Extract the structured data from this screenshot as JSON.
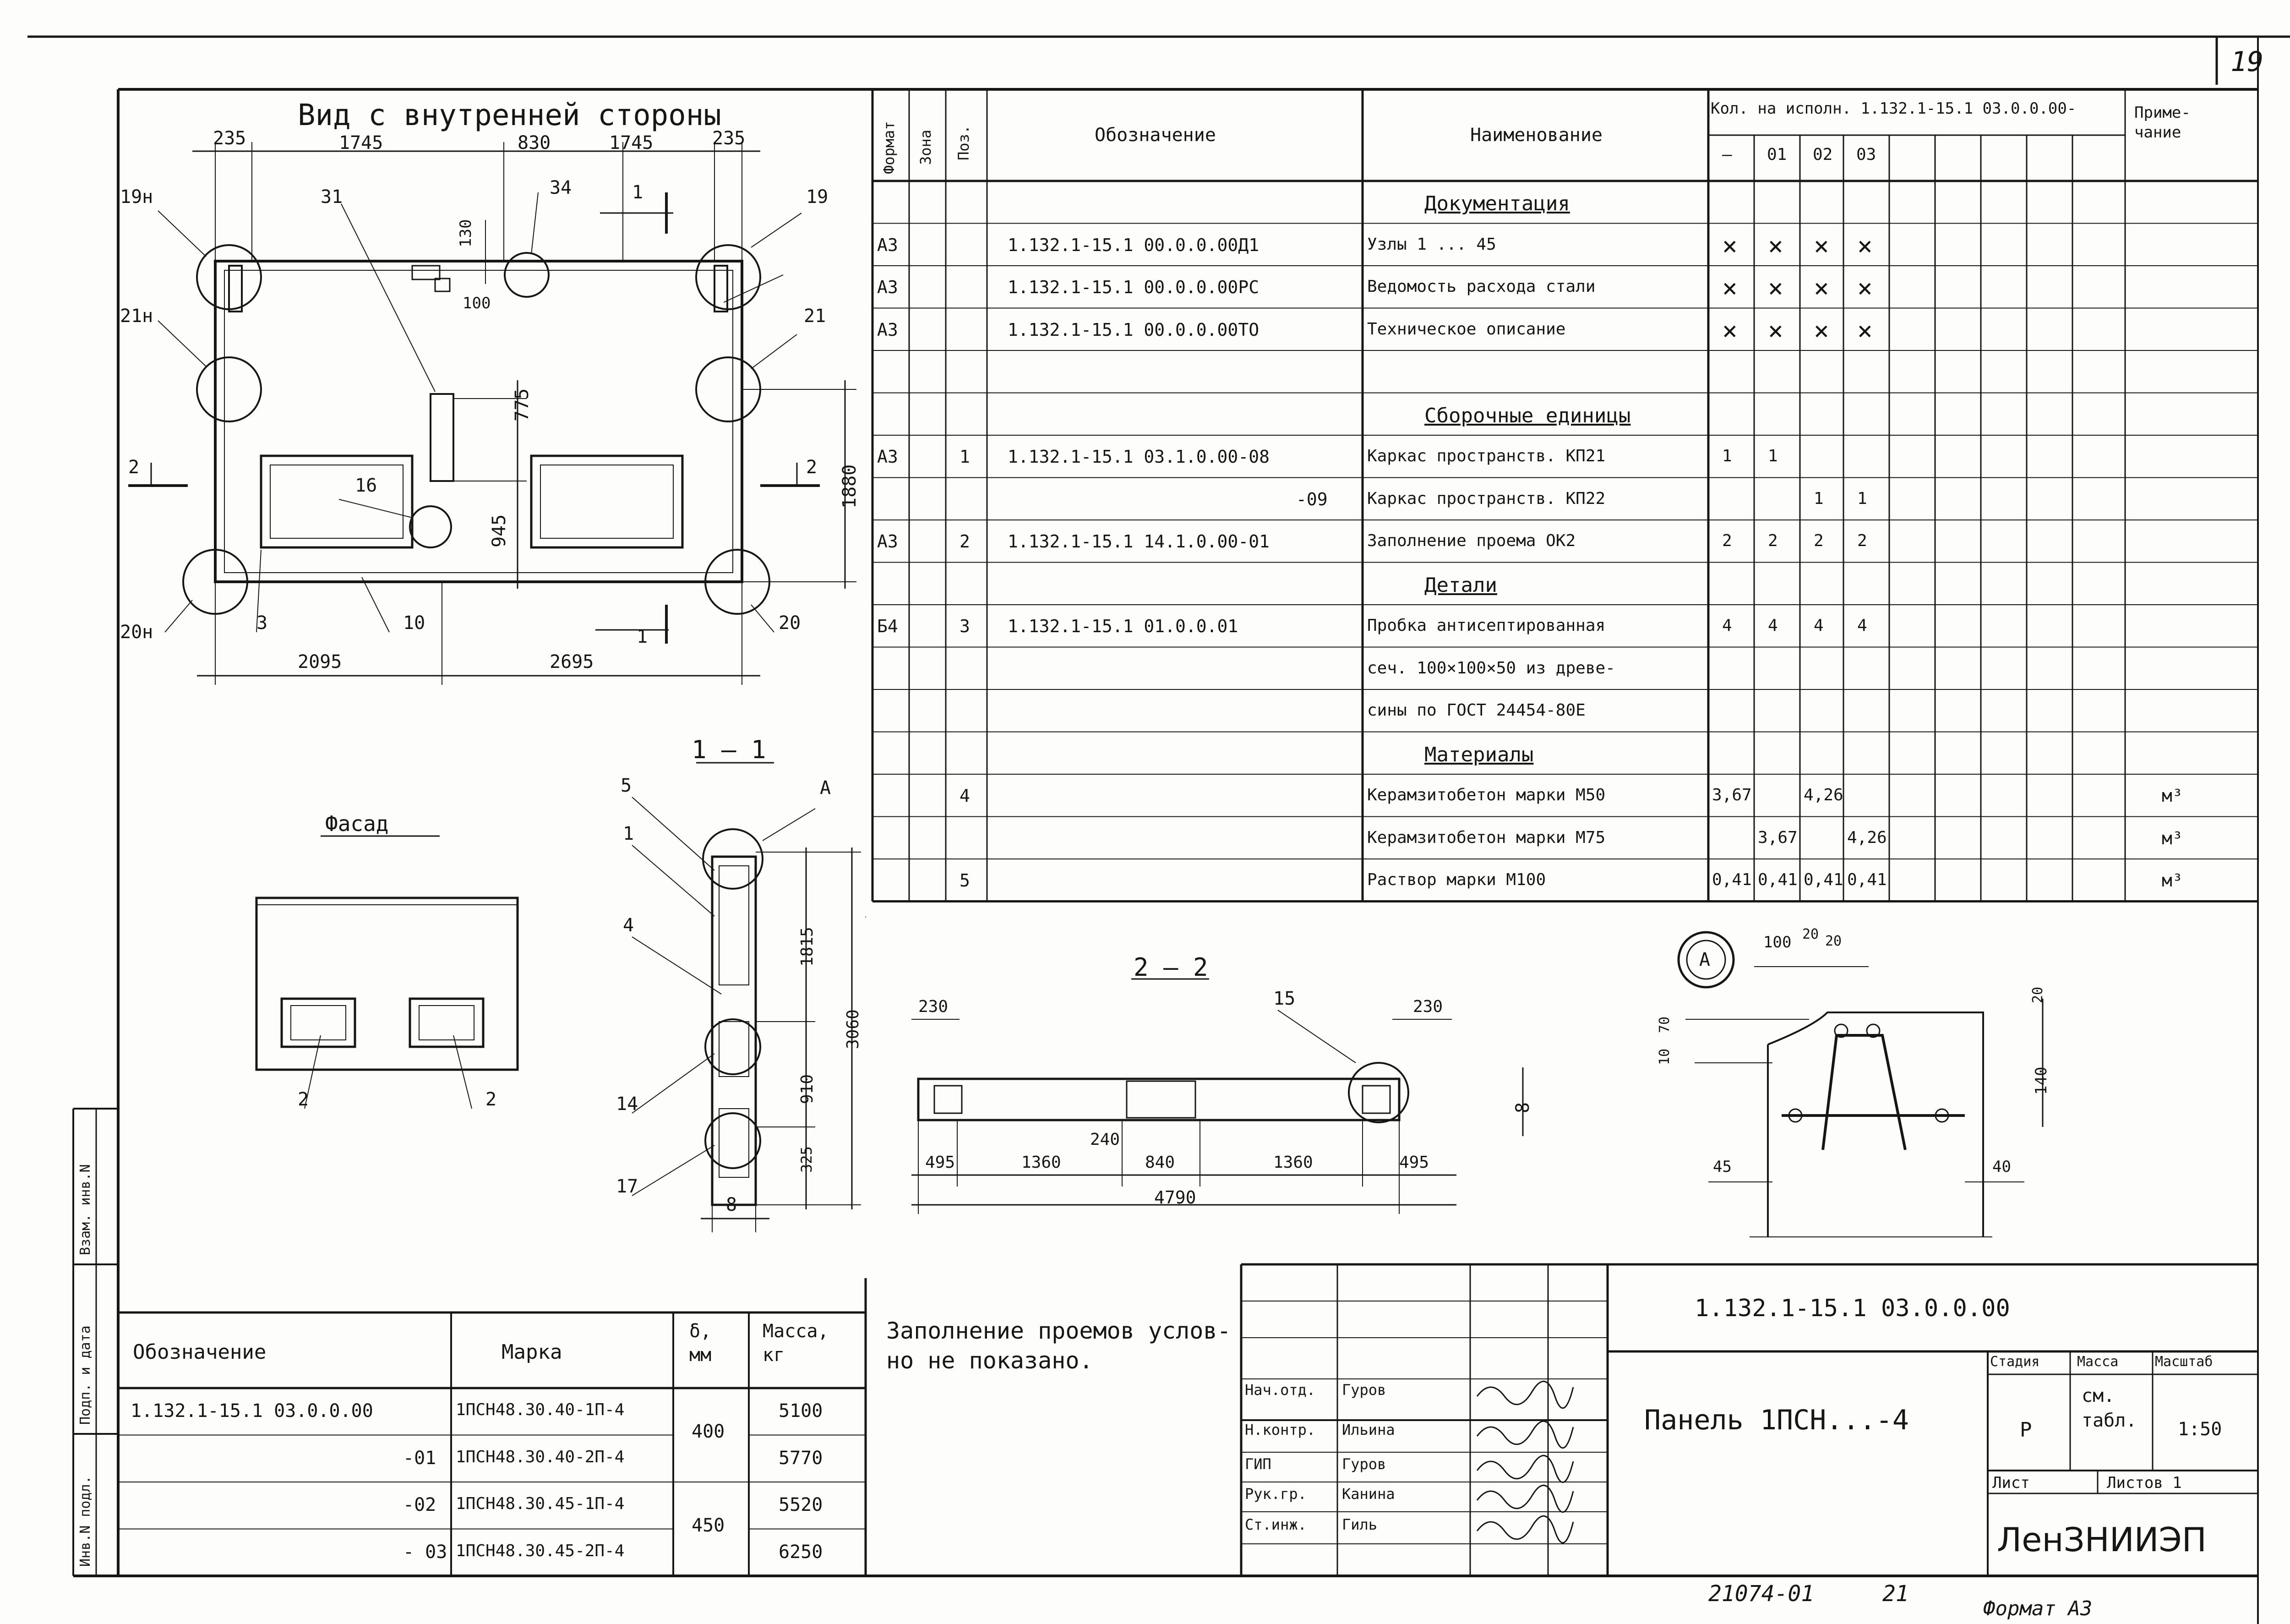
{
  "sheet_number": "19",
  "view": {
    "title": "Вид с внутренней стороны",
    "dims_top": [
      "235",
      "1745",
      "830",
      "1745",
      "235"
    ],
    "dims_bottom": [
      "2095",
      "2695"
    ],
    "dims_side": [
      "775",
      "945",
      "1880",
      "130",
      "100"
    ],
    "callouts": [
      "19н",
      "31",
      "34",
      "1",
      "19",
      "21н",
      "21",
      "2",
      "2",
      "16",
      "20н",
      "3",
      "10",
      "1",
      "20"
    ]
  },
  "facade": {
    "title": "Фасад",
    "callouts": [
      "2",
      "2"
    ]
  },
  "section_1": {
    "title": "1 — 1",
    "callouts": [
      "5",
      "А",
      "1",
      "4",
      "14",
      "17"
    ],
    "dims": [
      "1815",
      "3060",
      "910",
      "325",
      "8"
    ]
  },
  "section_2": {
    "title": "2 — 2",
    "callouts": [
      "15"
    ],
    "dims": [
      "230",
      "230",
      "240",
      "495",
      "1360",
      "840",
      "1360",
      "495",
      "4790",
      "8"
    ]
  },
  "node_a": {
    "label": "А",
    "dims": [
      "100",
      "20",
      "20",
      "20",
      "10",
      "70",
      "140",
      "45",
      "40"
    ]
  },
  "spec": {
    "headers": {
      "format": "Формат",
      "zone": "Зона",
      "pos": "Поз.",
      "designation": "Обозначение",
      "name": "Наименование",
      "qty": "Кол. на исполн. 1.132.1-15.1 03.0.0.00-",
      "variants": [
        "—",
        "01",
        "02",
        "03"
      ],
      "note": "Приме-\nчание"
    },
    "rows": [
      {
        "format": "",
        "pos": "",
        "des": "",
        "name": "Документация",
        "section": true,
        "q": [
          "",
          "",
          "",
          ""
        ],
        "note": ""
      },
      {
        "format": "А3",
        "pos": "",
        "des": "1.132.1-15.1   00.0.0.00Д1",
        "name": "Узлы 1 ... 45",
        "q": [
          "×",
          "×",
          "×",
          "×"
        ],
        "note": ""
      },
      {
        "format": "А3",
        "pos": "",
        "des": "1.132.1-15.1   00.0.0.00РС",
        "name": "Ведомость расхода стали",
        "q": [
          "×",
          "×",
          "×",
          "×"
        ],
        "note": ""
      },
      {
        "format": "А3",
        "pos": "",
        "des": "1.132.1-15.1   00.0.0.00ТО",
        "name": "Техническое описание",
        "q": [
          "×",
          "×",
          "×",
          "×"
        ],
        "note": ""
      },
      {
        "format": "",
        "pos": "",
        "des": "",
        "name": "",
        "q": [
          "",
          "",
          "",
          ""
        ],
        "note": ""
      },
      {
        "format": "",
        "pos": "",
        "des": "",
        "name": "Сборочные единицы",
        "section": true,
        "q": [
          "",
          "",
          "",
          ""
        ],
        "note": ""
      },
      {
        "format": "А3",
        "pos": "1",
        "des": "1.132.1-15.1   03.1.0.00-08",
        "name": "Каркас пространств. КП21",
        "q": [
          "1",
          "1",
          "",
          ""
        ],
        "note": ""
      },
      {
        "format": "",
        "pos": "",
        "des": "-09",
        "name": "Каркас пространств. КП22",
        "q": [
          "",
          "",
          "1",
          "1"
        ],
        "note": ""
      },
      {
        "format": "А3",
        "pos": "2",
        "des": "1.132.1-15.1   14.1.0.00-01",
        "name": "Заполнение проема ОК2",
        "q": [
          "2",
          "2",
          "2",
          "2"
        ],
        "note": ""
      },
      {
        "format": "",
        "pos": "",
        "des": "",
        "name": "Детали",
        "section": true,
        "q": [
          "",
          "",
          "",
          ""
        ],
        "note": ""
      },
      {
        "format": "Б4",
        "pos": "3",
        "des": "1.132.1-15.1   01.0.0.01",
        "name": "Пробка антисептированная",
        "q": [
          "4",
          "4",
          "4",
          "4"
        ],
        "note": ""
      },
      {
        "format": "",
        "pos": "",
        "des": "",
        "name": "сеч. 100×100×50 из древе-",
        "q": [
          "",
          "",
          "",
          ""
        ],
        "note": ""
      },
      {
        "format": "",
        "pos": "",
        "des": "",
        "name": "сины по ГОСТ 24454-80Е",
        "q": [
          "",
          "",
          "",
          ""
        ],
        "note": ""
      },
      {
        "format": "",
        "pos": "",
        "des": "",
        "name": "Материалы",
        "section": true,
        "q": [
          "",
          "",
          "",
          ""
        ],
        "note": ""
      },
      {
        "format": "",
        "pos": "4",
        "des": "",
        "name": "Керамзитобетон марки М50",
        "q": [
          "3,67",
          "",
          "4,26",
          ""
        ],
        "note": "м³"
      },
      {
        "format": "",
        "pos": "",
        "des": "",
        "name": "Керамзитобетон марки М75",
        "q": [
          "",
          "3,67",
          "",
          "4,26"
        ],
        "note": "м³"
      },
      {
        "format": "",
        "pos": "5",
        "des": "",
        "name": "Раствор марки М100",
        "q": [
          "0,41",
          "0,41",
          "0,41",
          "0,41"
        ],
        "note": "м³"
      }
    ]
  },
  "marks": {
    "headers": [
      "Обозначение",
      "Марка",
      "δ,\nмм",
      "Масса,\nкг"
    ],
    "rows": [
      {
        "des": "1.132.1-15.1   03.0.0.00",
        "mark": "1ПСН48.30.40-1П-4",
        "mass": "5100"
      },
      {
        "des": "-01",
        "mark": "1ПСН48.30.40-2П-4",
        "mass": "5770"
      },
      {
        "des": "-02",
        "mark": "1ПСН48.30.45-1П-4",
        "mass": "5520"
      },
      {
        "des": "- 03",
        "mark": "1ПСН48.30.45-2П-4",
        "mass": "6250"
      }
    ],
    "thickness": [
      "400",
      "450"
    ]
  },
  "note_text": [
    "Заполнение проемов услов-",
    "но не показано."
  ],
  "side_stamp": [
    "Инв.N подл.",
    "Подп. и дата",
    "Взам. инв.N"
  ],
  "title_block": {
    "code": "1.132.1-15.1       03.0.0.00",
    "product": "Панель 1ПСН...-4",
    "stage_label": "Стадия",
    "mass_label": "Масса",
    "scale_label": "Масштаб",
    "stage": "Р",
    "mass": "см.\nтабл.",
    "scale": "1:50",
    "sheet_label": "Лист",
    "sheets_label": "Листов 1",
    "org": "ЛенЗНИИЭП",
    "staff": [
      {
        "role": "Нач.отд.",
        "name": "Гуров"
      },
      {
        "role": "Н.контр.",
        "name": "Ильина"
      },
      {
        "role": "ГИП",
        "name": "Гуров"
      },
      {
        "role": "Рук.гр.",
        "name": "Канина"
      },
      {
        "role": "Ст.инж.",
        "name": "Гиль"
      }
    ]
  },
  "footer": {
    "archive": "21074-01",
    "num": "21",
    "format": "Формат А3"
  }
}
